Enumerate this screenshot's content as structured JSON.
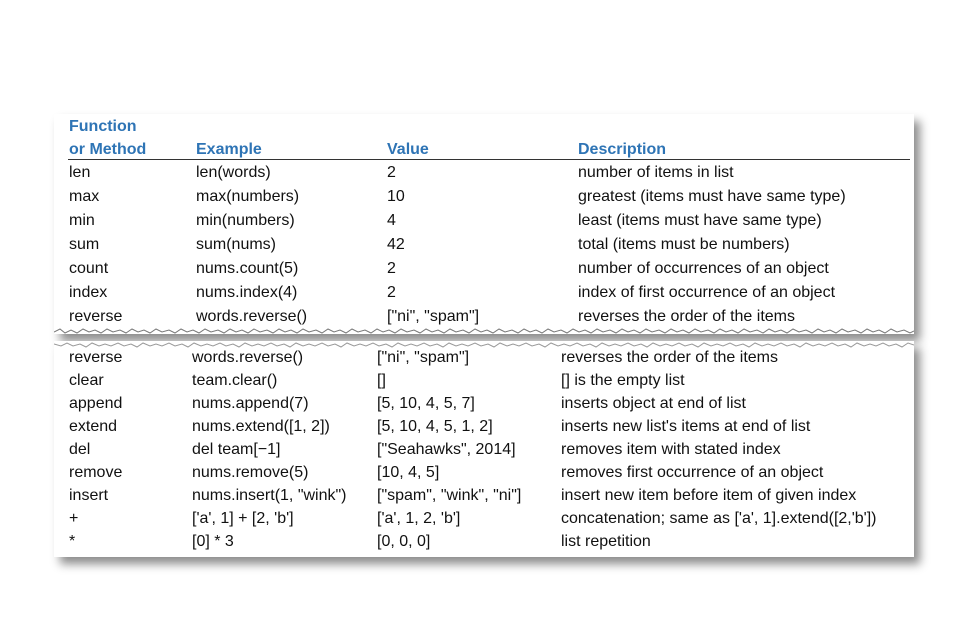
{
  "header": {
    "col_function_line1": "Function",
    "col_function_line2": "or Method",
    "col_example": "Example",
    "col_value": "Value",
    "col_description": "Description"
  },
  "top_rows": [
    {
      "name": "len",
      "example": "len(words)",
      "value": "2",
      "description": "number of items in list"
    },
    {
      "name": "max",
      "example": "max(numbers)",
      "value": "10",
      "description": "greatest (items must have same type)"
    },
    {
      "name": "min",
      "example": "min(numbers)",
      "value": "4",
      "description": "least (items must have same type)"
    },
    {
      "name": "sum",
      "example": "sum(nums)",
      "value": "42",
      "description": "total (items must be numbers)"
    },
    {
      "name": "count",
      "example": "nums.count(5)",
      "value": "2",
      "description": "number of occurrences of an object"
    },
    {
      "name": "index",
      "example": "nums.index(4)",
      "value": "2",
      "description": "index of first occurrence of an object"
    },
    {
      "name": "reverse",
      "example": "words.reverse()",
      "value": "[\"ni\", \"spam\"]",
      "description": "reverses the order of the items"
    }
  ],
  "bottom_rows": [
    {
      "name": "reverse",
      "example": "words.reverse()",
      "value": "[\"ni\", \"spam\"]",
      "description": "reverses the order of the items"
    },
    {
      "name": "clear",
      "example": "team.clear()",
      "value": "[]",
      "description": "[] is the empty list"
    },
    {
      "name": "append",
      "example": "nums.append(7)",
      "value": "[5, 10, 4, 5, 7]",
      "description": "inserts object at end of list"
    },
    {
      "name": "extend",
      "example": "nums.extend([1, 2])",
      "value": "[5, 10, 4, 5, 1, 2]",
      "description": "inserts new list's items at end of list"
    },
    {
      "name": "del",
      "example": "del team[−1]",
      "value": "[\"Seahawks\", 2014]",
      "description": "removes item with stated index"
    },
    {
      "name": "remove",
      "example": "nums.remove(5)",
      "value": "[10, 4, 5]",
      "description": "removes first occurrence of an object"
    },
    {
      "name": "insert",
      "example": "nums.insert(1, \"wink\")",
      "value": "[\"spam\", \"wink\", \"ni\"]",
      "description": "insert new item before item of given index"
    },
    {
      "name": "+",
      "example": "['a', 1] + [2, 'b']",
      "value": "['a', 1, 2, 'b']",
      "description": "concatenation; same as ['a', 1].extend([2,'b'])"
    },
    {
      "name": "*",
      "example": "[0] * 3",
      "value": "[0, 0, 0]",
      "description": "list repetition"
    }
  ]
}
